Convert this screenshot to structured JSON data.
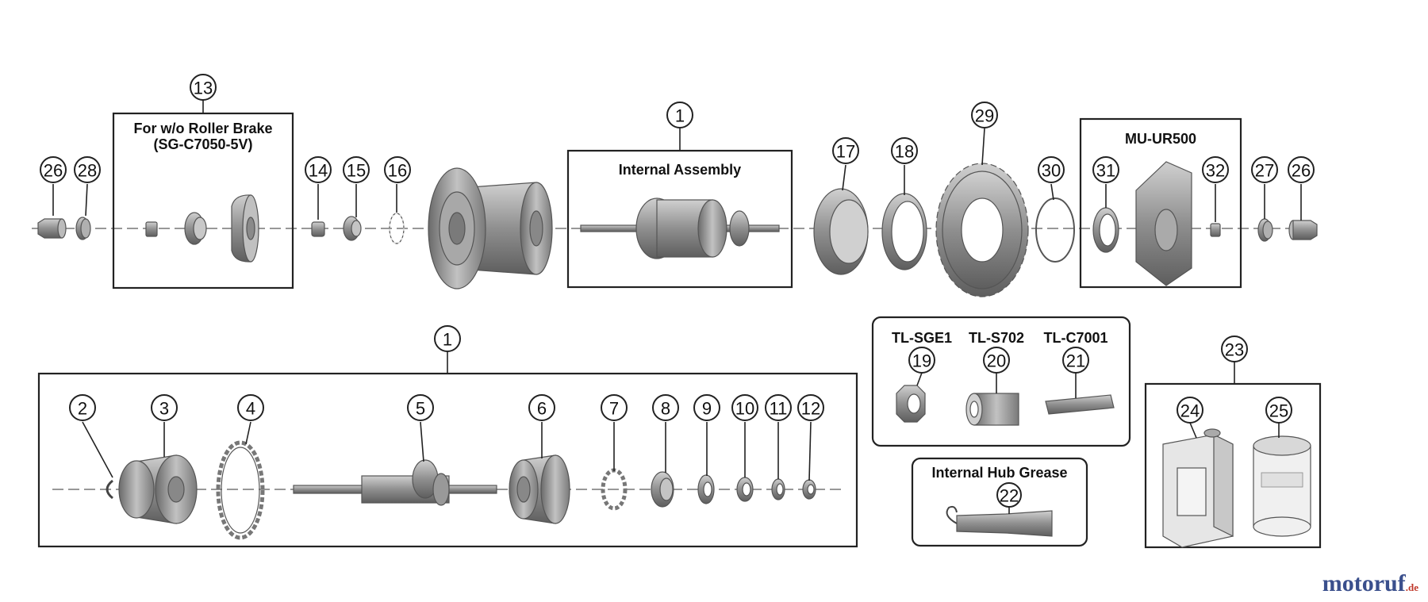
{
  "title": "",
  "assembly_boxes": {
    "roller_brake_line1": "For w/o Roller Brake",
    "roller_brake_line2": "(SG-C7050-5V)",
    "internal_assembly": "Internal Assembly",
    "mu_ur500": "MU-UR500",
    "internal_hub_grease": "Internal Hub Grease"
  },
  "tools": {
    "tl_sge1": "TL-SGE1",
    "tl_s702": "TL-S702",
    "tl_c7001": "TL-C7001"
  },
  "callouts": {
    "c26a": "26",
    "c28": "28",
    "c13": "13",
    "c14": "14",
    "c15": "15",
    "c16": "16",
    "c1a": "1",
    "c17": "17",
    "c18": "18",
    "c29": "29",
    "c30": "30",
    "c31": "31",
    "c32": "32",
    "c27": "27",
    "c26b": "26",
    "c1b": "1",
    "c2": "2",
    "c3": "3",
    "c4": "4",
    "c5": "5",
    "c6": "6",
    "c7": "7",
    "c8": "8",
    "c9": "9",
    "c10": "10",
    "c11": "11",
    "c12": "12",
    "c19": "19",
    "c20": "20",
    "c21": "21",
    "c22": "22",
    "c23": "23",
    "c24": "24",
    "c25": "25"
  },
  "watermark": {
    "main": "motoruf",
    "tld": ".de"
  },
  "colors": {
    "part_fill": "#9a9a9a",
    "part_dark": "#6e6e6e",
    "part_light": "#c4c4c4",
    "line": "#222222",
    "watermark_blue": "#3a4f8c",
    "watermark_red": "#c0392b"
  }
}
